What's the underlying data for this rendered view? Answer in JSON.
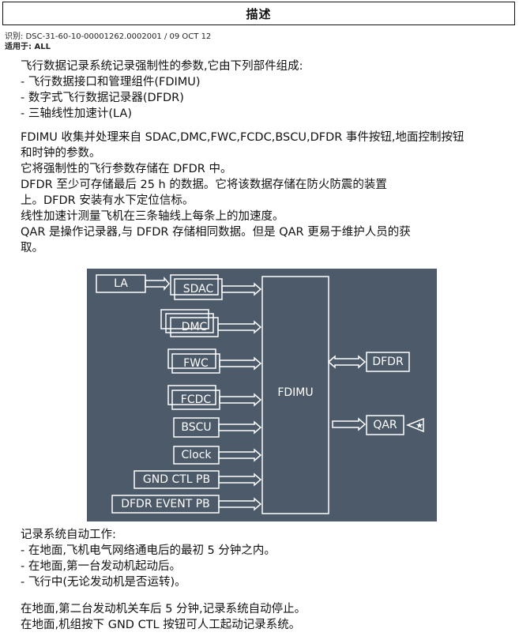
{
  "header": {
    "title": "描述"
  },
  "meta": {
    "id_line": "识别: DSC-31-60-10-00001262.0002001 / 09 OCT 12",
    "applies_line": "适用于: ALL"
  },
  "intro": {
    "lead": "飞行数据记录系统记录强制性的参数,它由下列部件组成:",
    "items": [
      "- 飞行数据接口和管理组件(FDIMU)",
      "- 数字式飞行数据记录器(DFDR)",
      "- 三轴线性加速计(LA)"
    ]
  },
  "body_lines": [
    "FDIMU 收集并处理来自 SDAC,DMC,FWC,FCDC,BSCU,DFDR 事件按钮,地面控制按钮",
    "和时钟的参数。",
    "它将强制性的飞行参数存储在 DFDR 中。",
    "DFDR 至少可存储最后 25 h 的数据。它将该数据存储在防火防震的装置",
    "上。DFDR 安装有水下定位信标。",
    "线性加速计测量飞机在三条轴线上每条上的加速度。",
    "QAR 是操作记录器,与 DFDR 存储相同数据。但是 QAR 更易于维护人员的获",
    "取。"
  ],
  "diagram": {
    "center": "FDIMU",
    "la": "LA",
    "inputs": [
      "SDAC",
      "DMC",
      "FWC",
      "FCDC",
      "BSCU",
      "Clock",
      "GND CTL PB",
      "DFDR EVENT PB"
    ],
    "outputs": [
      "DFDR",
      "QAR"
    ],
    "star_symbol": "★",
    "colors": {
      "background": "#4d5a6a",
      "line": "#ffffff"
    }
  },
  "auto": {
    "lead": "记录系统自动工作:",
    "items": [
      "- 在地面,飞机电气网络通电后的最初 5 分钟之内。",
      "- 在地面,第一台发动机起动后。",
      "- 飞行中(无论发动机是否运转)。"
    ]
  },
  "closing": [
    "在地面,第二台发动机关车后 5 分钟,记录系统自动停止。",
    "在地面,机组按下 GND CTL 按钮可人工起动记录系统。"
  ]
}
